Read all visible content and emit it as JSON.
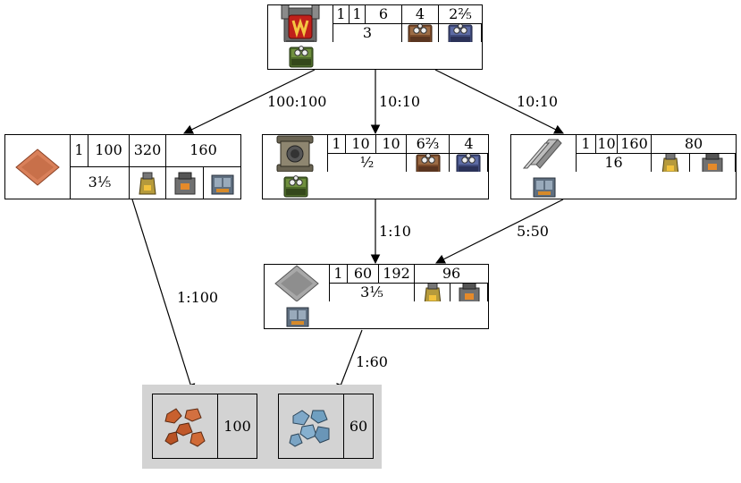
{
  "recipes": {
    "furnace_top": {
      "stats": [
        "1",
        "1",
        "6",
        "4",
        "2²⁄₅"
      ],
      "count": "3",
      "machines": [
        "machine-icon-brown",
        "machine-icon-blue",
        "machine-icon-green"
      ]
    },
    "copper_plate": {
      "stats": [
        "1",
        "100",
        "320",
        "160"
      ],
      "count": "3¹⁄₅",
      "machines": [
        "smelter-icon-yellow",
        "smelter-icon-gray",
        "smelter-icon-blue"
      ]
    },
    "pipe": {
      "stats": [
        "1",
        "10",
        "10",
        "6²⁄₃",
        "4"
      ],
      "count": "¹⁄₂",
      "machines": [
        "machine-icon-brown",
        "machine-icon-blue",
        "machine-icon-green"
      ]
    },
    "steel": {
      "stats": [
        "1",
        "10",
        "160",
        "80"
      ],
      "count": "16",
      "machines": [
        "smelter-icon-yellow",
        "smelter-icon-gray",
        "smelter-icon-blue"
      ]
    },
    "iron_plate": {
      "stats": [
        "1",
        "60",
        "192",
        "96"
      ],
      "count": "3¹⁄₅",
      "machines": [
        "smelter-icon-yellow",
        "smelter-icon-gray",
        "smelter-icon-blue"
      ]
    }
  },
  "raw": {
    "copper_ore": "100",
    "iron_ore": "60"
  },
  "edges": {
    "top_to_copper": "100:100",
    "top_to_pipe": "10:10",
    "top_to_steel": "10:10",
    "pipe_to_iron": "1:10",
    "steel_to_iron": "5:50",
    "copper_to_ore": "1:100",
    "iron_to_ore": "1:60"
  },
  "colors": {
    "raw_background": "#d3d3d3",
    "copper": "#c8704a",
    "iron": "#8e8e8e",
    "furnace_red": "#c0201a",
    "ore_blue": "#6f9fc0"
  }
}
